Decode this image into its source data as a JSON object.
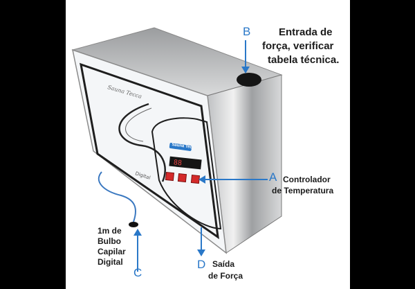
{
  "labels": {
    "B": {
      "letter": "B",
      "lines": [
        "Entrada de",
        "força, verificar",
        "tabela técnica."
      ]
    },
    "A": {
      "letter": "A",
      "lines": [
        "Controlador",
        "de Temperatura"
      ]
    },
    "C": {
      "letter": "C",
      "lines": [
        "1m de",
        "Bulbo",
        "Capilar",
        "Digital"
      ]
    },
    "D": {
      "letter": "D",
      "lines": [
        "Saída",
        "de Força"
      ]
    }
  },
  "device_text": {
    "brand_logo": "Sauna Tec",
    "panel_logo": "Sauna Tecca",
    "model": "Digital"
  },
  "controller": {
    "display": "88"
  },
  "colors": {
    "accent_blue": "#2a78c8",
    "background": "#000000",
    "panel": "#ffffff"
  }
}
